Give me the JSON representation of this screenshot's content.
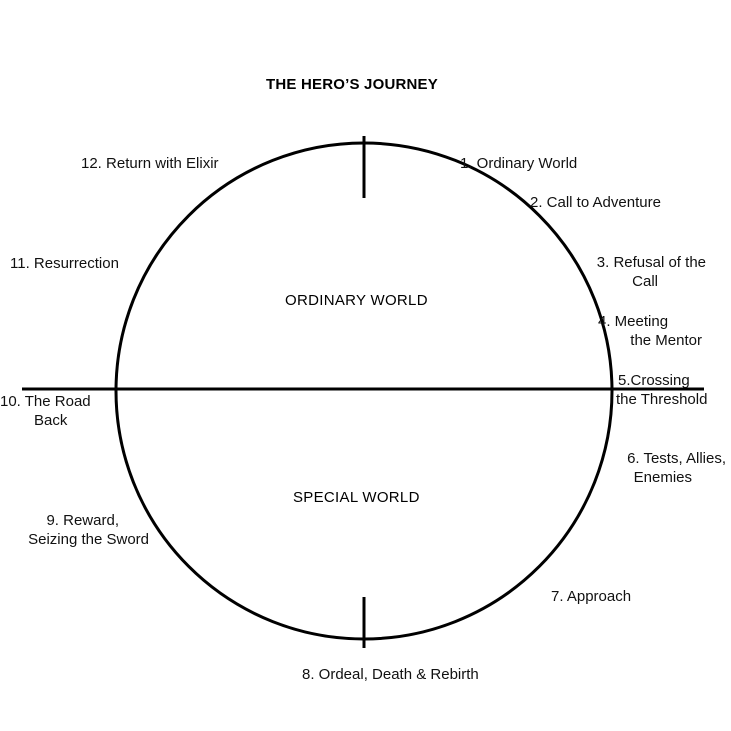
{
  "title": "THE HERO’S JOURNEY",
  "regions": {
    "upper": "ORDINARY WORLD",
    "lower": "SPECIAL WORLD"
  },
  "stages": {
    "s1": "1.  Ordinary World",
    "s2": "2. Call to Adventure",
    "s3_line1": "3. Refusal of the",
    "s3_line2": "Call",
    "s4_line1": "4. Meeting",
    "s4_line2": "the Mentor",
    "s5_line1": "5.Crossing",
    "s5_line2": "the Threshold",
    "s6_line1": "6. Tests, Allies,",
    "s6_line2": "Enemies",
    "s7": "7. Approach",
    "s8": "8. Ordeal, Death & Rebirth",
    "s9_line1": "9. Reward,",
    "s9_line2": "Seizing the Sword",
    "s10_line1": "10. The Road",
    "s10_line2": "Back",
    "s11": "11. Resurrection",
    "s12": "12. Return with Elixir"
  }
}
